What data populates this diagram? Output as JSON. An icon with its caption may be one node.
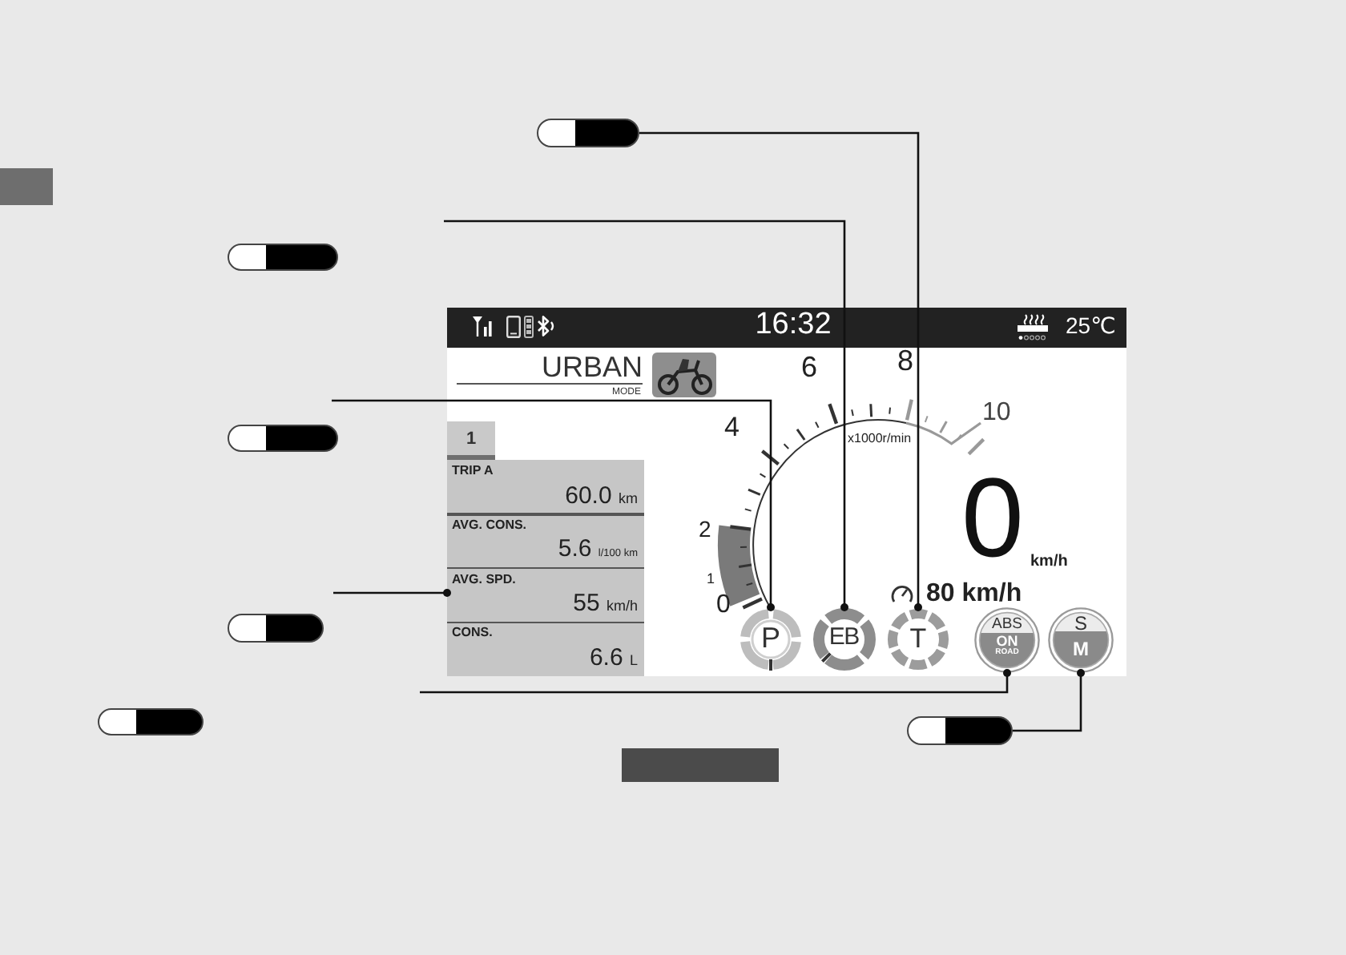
{
  "diagram": {
    "nodes": [
      {
        "text": [],
        "shape": "pill"
      },
      {
        "text": [],
        "shape": "pill"
      },
      {
        "text": [
          "16:32",
          "25℃",
          "URBAN",
          "MODE",
          "6",
          "8",
          "4",
          "10",
          "x1000r/min",
          "2",
          "1",
          "0",
          "0",
          "km/h",
          "80 km/h"
        ]
      },
      {
        "text": [
          "1"
        ],
        "in": 2
      },
      {
        "text": [
          "TRIP A",
          "60.0 km",
          "AVG. CONS.",
          "5.6 l/100 km",
          "AVG. SPD.",
          "55 km/h",
          "CONS.",
          "6.6 L"
        ],
        "in": 2
      },
      {
        "text": [
          "P"
        ],
        "in": 2
      },
      {
        "text": [
          "EB"
        ],
        "in": 2
      },
      {
        "text": [
          "T"
        ],
        "in": 2
      },
      {
        "text": [
          "ABS",
          "ON",
          "ROAD"
        ],
        "in": 2
      },
      {
        "text": [
          "S",
          "M"
        ],
        "in": 2
      },
      {
        "text": [],
        "shape": "pill"
      },
      {
        "text": [],
        "shape": "pill"
      },
      {
        "text": [],
        "shape": "pill"
      },
      {
        "text": [],
        "shape": "pill"
      }
    ],
    "edges": [
      {
        "from": 0,
        "to": 7,
        "arrow": "other"
      },
      {
        "from": null,
        "to": 6,
        "arrow": "other"
      },
      {
        "from": null,
        "to": 5,
        "arrow": "other"
      },
      {
        "from": null,
        "to": 4,
        "arrow": "other"
      },
      {
        "from": null,
        "to": 8,
        "arrow": "other"
      },
      {
        "from": 13,
        "to": 9,
        "arrow": "other"
      }
    ]
  }
}
